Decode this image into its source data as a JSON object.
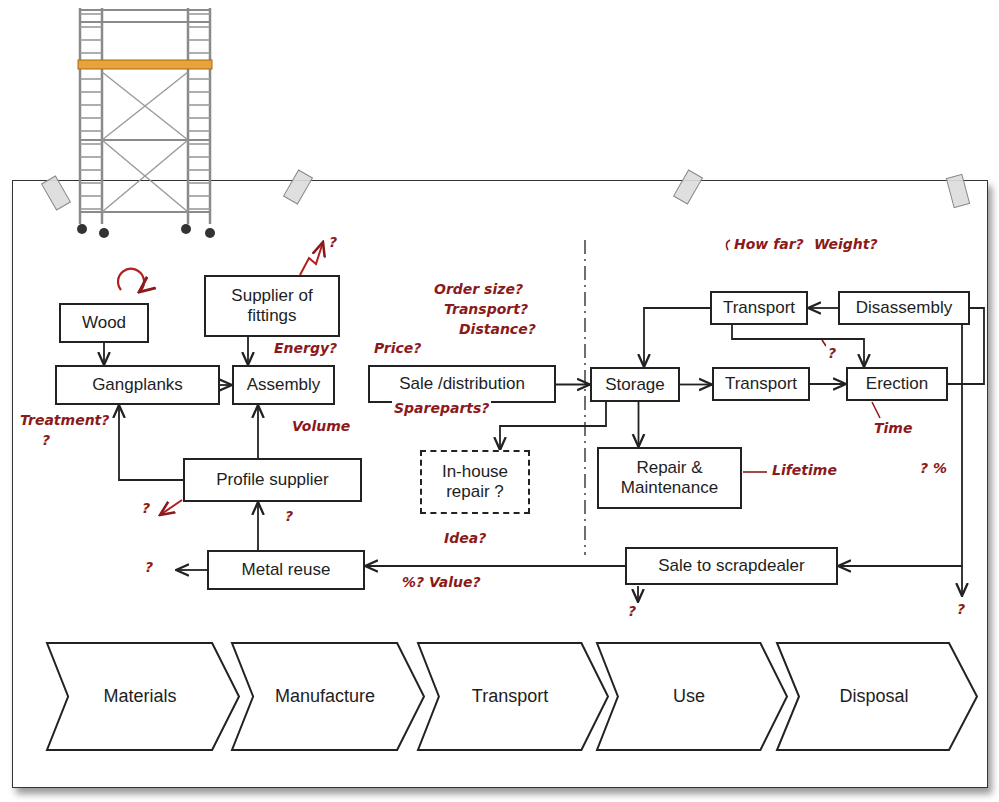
{
  "diagram": {
    "nodes": [
      {
        "text": [
          "Wood"
        ]
      },
      {
        "text": [
          "Supplier of fittings"
        ]
      },
      {
        "text": [
          "Gangplanks"
        ]
      },
      {
        "text": [
          "Assembly"
        ]
      },
      {
        "text": [
          "Sale /distribution"
        ]
      },
      {
        "text": [
          "Storage"
        ]
      },
      {
        "text": [
          "Transport"
        ]
      },
      {
        "text": [
          "Disassembly"
        ]
      },
      {
        "text": [
          "Transport"
        ]
      },
      {
        "text": [
          "Erection"
        ]
      },
      {
        "text": [
          "In-house repair ?"
        ]
      },
      {
        "text": [
          "Repair & Maintenance"
        ]
      },
      {
        "text": [
          "Profile supplier"
        ]
      },
      {
        "text": [
          "Metal reuse"
        ]
      },
      {
        "text": [
          "Sale to scrapdealer"
        ]
      },
      {
        "text": [
          "Materials"
        ]
      },
      {
        "text": [
          "Manufacture"
        ]
      },
      {
        "text": [
          "Transport"
        ]
      },
      {
        "text": [
          "Use"
        ]
      },
      {
        "text": [
          "Disposal"
        ]
      }
    ],
    "edges": [
      {
        "from": 0,
        "to": 2,
        "arrow": "to"
      },
      {
        "from": 1,
        "to": 3,
        "arrow": "to"
      },
      {
        "from": 2,
        "to": 3,
        "arrow": "to"
      },
      {
        "from": 12,
        "to": 2,
        "arrow": "to"
      },
      {
        "from": 12,
        "to": 3,
        "arrow": "to"
      },
      {
        "from": 13,
        "to": 12,
        "arrow": "to"
      },
      {
        "from": 4,
        "to": 5,
        "arrow": "to"
      },
      {
        "from": 5,
        "to": 8,
        "arrow": "to"
      },
      {
        "from": 8,
        "to": 9,
        "arrow": "to"
      },
      {
        "from": 9,
        "to": 7,
        "arrow": "none"
      },
      {
        "from": 7,
        "to": 6,
        "arrow": "to"
      },
      {
        "from": 6,
        "to": 5,
        "arrow": "to"
      },
      {
        "from": 6,
        "to": 9,
        "arrow": "to"
      },
      {
        "from": 7,
        "to": 14,
        "arrow": "to"
      },
      {
        "from": 14,
        "to": 13,
        "arrow": "to"
      },
      {
        "from": 5,
        "to": 11,
        "arrow": "to"
      },
      {
        "from": 5,
        "to": 10,
        "arrow": "to"
      }
    ],
    "labels": [
      "How far?",
      "Weight?",
      "?",
      "Energy?",
      "Order size?",
      "Transport?",
      "Price?",
      "Distance?",
      "Treatment?",
      "?",
      "Volume",
      "Spareparts?",
      "?",
      "Time",
      "Lifetime",
      "? %",
      "?",
      "?",
      "Idea?",
      "%? Value?",
      "?",
      "?",
      "?"
    ]
  }
}
